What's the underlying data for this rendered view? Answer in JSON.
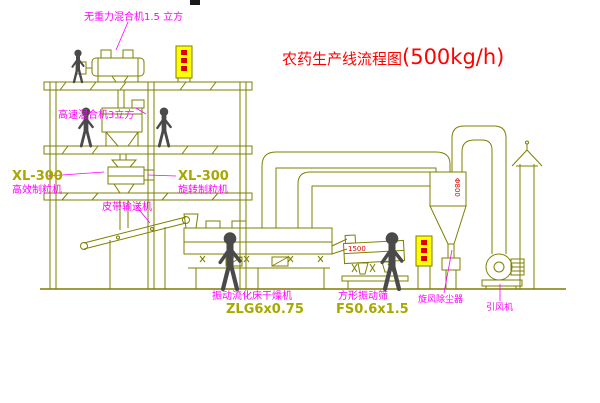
{
  "title": {
    "name": "农药生产线流程图",
    "capacity": "(500kg/h)"
  },
  "labels": {
    "mixer_top": "无重力混合机1.5 立方",
    "mixer_high_speed": "高速混合机3立方",
    "granulator_left_model": "XL-300",
    "granulator_left_name": "高效制粒机",
    "granulator_right_model": "XL-300",
    "granulator_right_name": "旋转制粒机",
    "belt_conveyor": "皮带输送机",
    "dryer_name": "振动流化床干燥机",
    "dryer_model": "ZLG6x0.75",
    "sieve_name": "方形振动筛",
    "sieve_model": "FS0.6x1.5",
    "cyclone_name": "旋风除尘器",
    "fan_name": "引风机",
    "dim_sieve": "1500",
    "dim_duct": "Φ800"
  },
  "colors": {
    "line_olive": "#7f7f00",
    "label_magenta": "#ff00ff",
    "title_red": "#ff0000",
    "model_yellow": "#a8a800",
    "cabinet_yellow": "#ffff00",
    "figure_gray": "#4a4a4a",
    "background": "#ffffff"
  }
}
